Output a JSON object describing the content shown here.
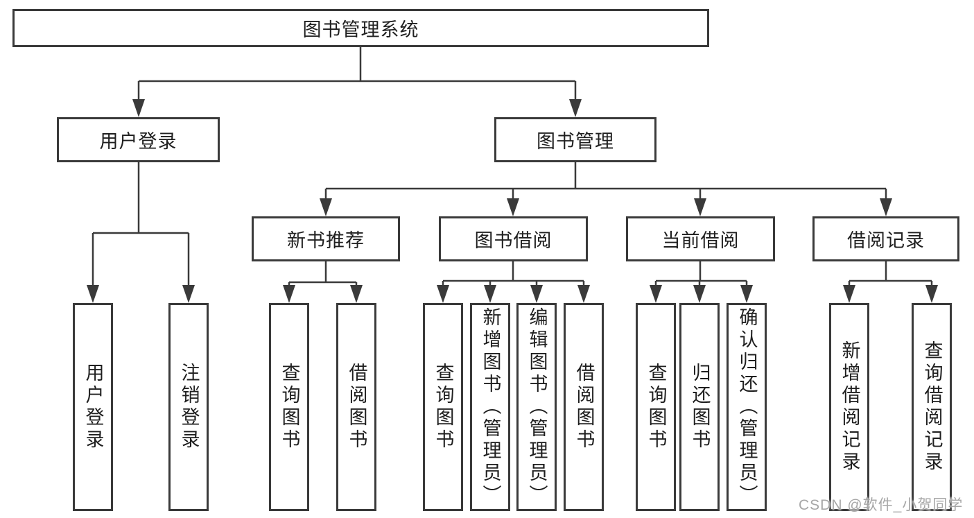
{
  "diagram": {
    "type": "tree",
    "line_color": "#3a3a3a",
    "text_color": "#1f1f1f",
    "background": "#ffffff",
    "root": {
      "label": "图书管理系统"
    },
    "level2": [
      {
        "label": "用户登录",
        "parent": "图书管理系统"
      },
      {
        "label": "图书管理",
        "parent": "图书管理系统"
      }
    ],
    "level3": [
      {
        "label": "新书推荐",
        "parent": "图书管理"
      },
      {
        "label": "图书借阅",
        "parent": "图书管理"
      },
      {
        "label": "当前借阅",
        "parent": "图书管理"
      },
      {
        "label": "借阅记录",
        "parent": "图书管理"
      }
    ],
    "leaves": [
      {
        "label": "用户登录",
        "parent": "用户登录"
      },
      {
        "label": "注销登录",
        "parent": "用户登录"
      },
      {
        "label": "查询图书",
        "parent": "新书推荐"
      },
      {
        "label": "借阅图书",
        "parent": "新书推荐"
      },
      {
        "label": "查询图书",
        "parent": "图书借阅"
      },
      {
        "label": "新增图书（管理员）",
        "parent": "图书借阅"
      },
      {
        "label": "编辑图书（管理员）",
        "parent": "图书借阅"
      },
      {
        "label": "借阅图书",
        "parent": "图书借阅"
      },
      {
        "label": "查询图书",
        "parent": "当前借阅"
      },
      {
        "label": "归还图书",
        "parent": "当前借阅"
      },
      {
        "label": "确认归还（管理员）",
        "parent": "当前借阅"
      },
      {
        "label": "新增借阅记录",
        "parent": "借阅记录"
      },
      {
        "label": "查询借阅记录",
        "parent": "借阅记录"
      }
    ],
    "watermark": {
      "text": "CSDN @软件_小贺同学",
      "color": "#a0a0a0"
    }
  }
}
